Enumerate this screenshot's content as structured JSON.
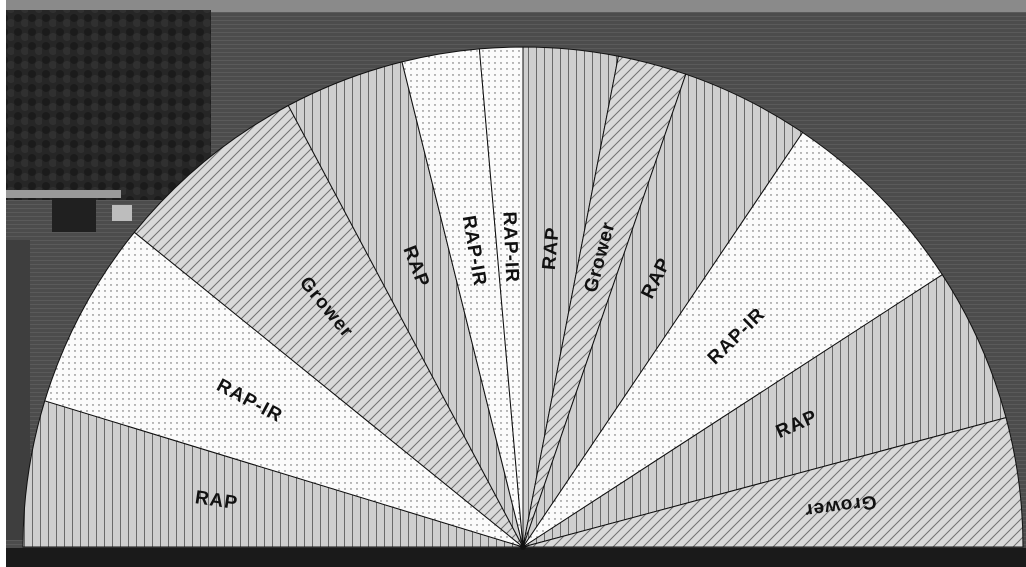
{
  "field_map": {
    "treatments": [
      {
        "label": "RAP",
        "pattern": "vertical"
      },
      {
        "label": "RAP-IR",
        "pattern": "dots"
      },
      {
        "label": "Grower",
        "pattern": "diagonal"
      },
      {
        "label": "RAP",
        "pattern": "vertical"
      },
      {
        "label": "RAP-IR",
        "pattern": "dots"
      },
      {
        "label": "RAP-IR",
        "pattern": "dots"
      },
      {
        "label": "RAP",
        "pattern": "vertical"
      },
      {
        "label": "Grower",
        "pattern": "diagonal"
      },
      {
        "label": "RAP",
        "pattern": "vertical"
      },
      {
        "label": "RAP-IR",
        "pattern": "dots"
      },
      {
        "label": "RAP",
        "pattern": "vertical"
      },
      {
        "label": "Grower",
        "pattern": "diagonal"
      }
    ]
  }
}
